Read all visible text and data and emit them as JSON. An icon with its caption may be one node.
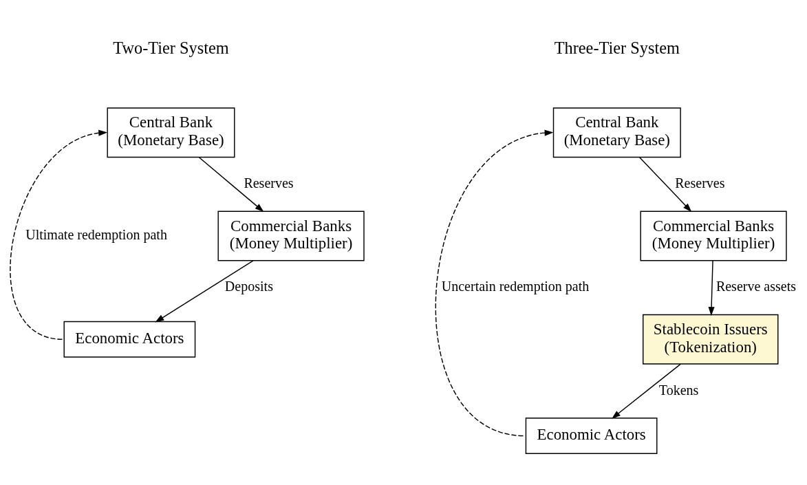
{
  "diagram": {
    "nodes": [
      {
        "text": [
          "Central Bank",
          "(Monetary Base)"
        ]
      },
      {
        "text": [
          "Commercial Banks",
          "(Money Multiplier)"
        ]
      },
      {
        "text": [
          "Economic Actors"
        ]
      },
      {
        "text": [
          "Central Bank",
          "(Monetary Base)"
        ]
      },
      {
        "text": [
          "Commercial Banks",
          "(Money Multiplier)"
        ]
      },
      {
        "text": [
          "Stablecoin Issuers",
          "(Tokenization)"
        ]
      },
      {
        "text": [
          "Economic Actors"
        ]
      }
    ],
    "edges": [
      {
        "from": 0,
        "to": 1,
        "arrow": "to",
        "label": "Reserves"
      },
      {
        "from": 1,
        "to": 2,
        "arrow": "to",
        "label": "Deposits"
      },
      {
        "from": 2,
        "to": 0,
        "arrow": "to",
        "label": "Ultimate redemption path",
        "style": "dashed"
      },
      {
        "from": 3,
        "to": 4,
        "arrow": "to",
        "label": "Reserves"
      },
      {
        "from": 4,
        "to": 5,
        "arrow": "to",
        "label": "Reserve assets"
      },
      {
        "from": 5,
        "to": 6,
        "arrow": "to",
        "label": "Tokens"
      },
      {
        "from": 6,
        "to": 3,
        "arrow": "to",
        "label": "Uncertain redemption path",
        "style": "dashed"
      }
    ],
    "labels": [
      "Three-Tier System",
      "Two-Tier System"
    ]
  }
}
